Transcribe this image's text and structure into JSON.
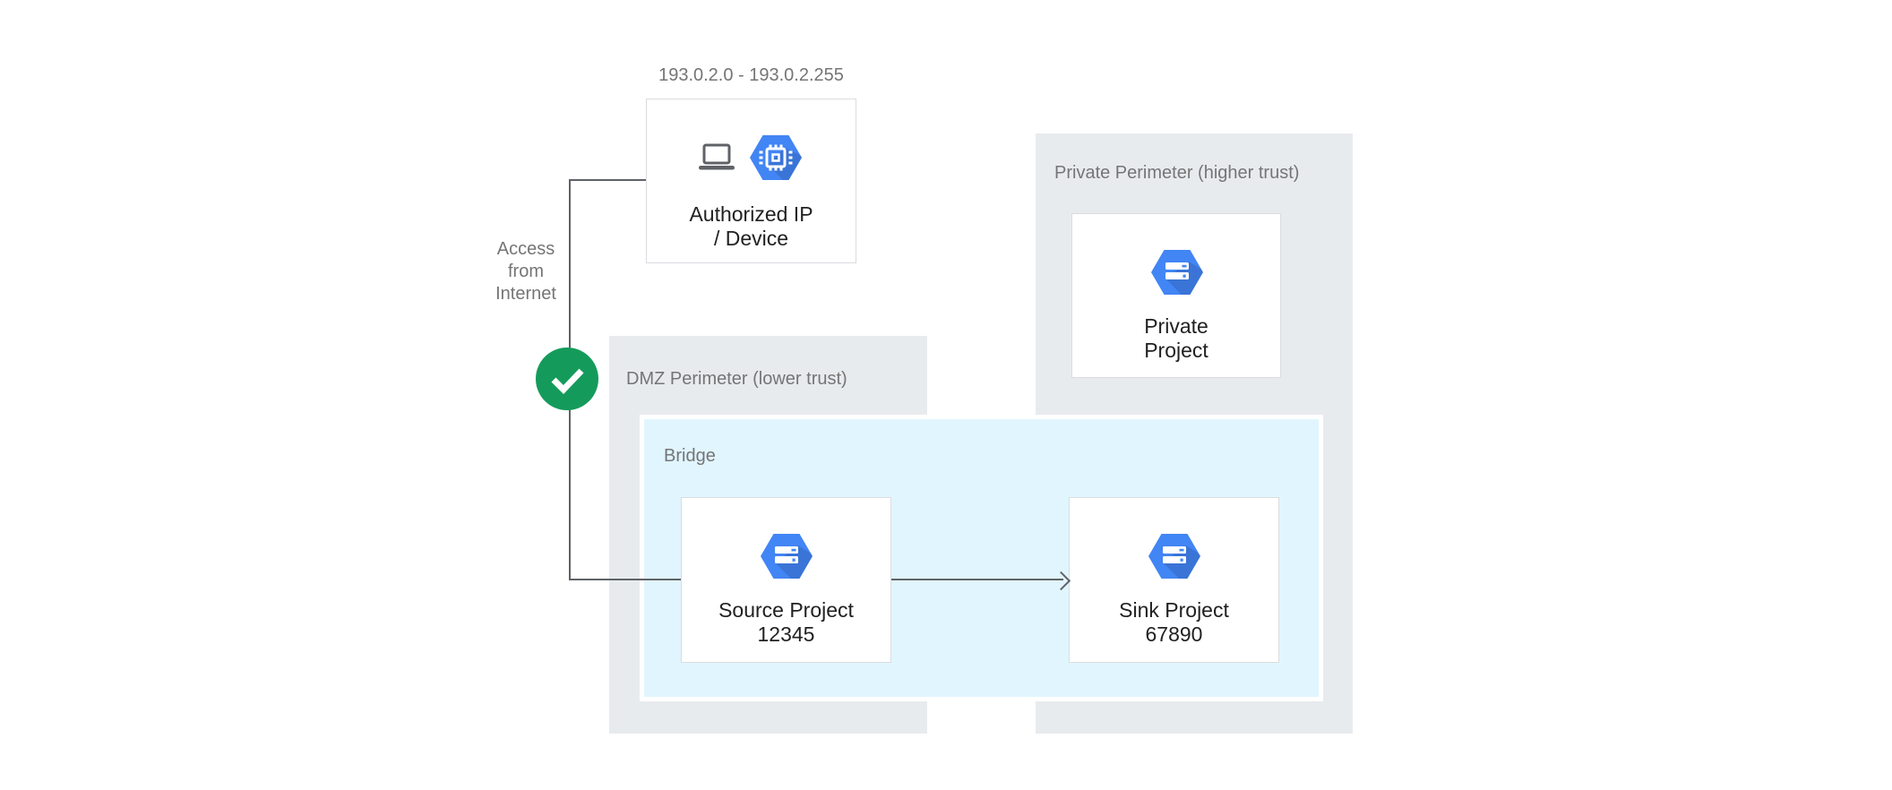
{
  "diagram": {
    "ip_range_label": "193.0.2.0 - 193.0.2.255",
    "authorized_node": {
      "line1": "Authorized IP",
      "line2": "/ Device"
    },
    "access_label": {
      "line1": "Access",
      "line2": "from",
      "line3": "Internet"
    },
    "dmz_perimeter": {
      "label": "DMZ Perimeter (lower trust)"
    },
    "bridge": {
      "label": "Bridge"
    },
    "source_project": {
      "line1": "Source Project",
      "line2": "12345"
    },
    "sink_project": {
      "line1": "Sink Project",
      "line2": "67890"
    },
    "private_perimeter": {
      "label": "Private Perimeter (higher trust)"
    },
    "private_project": {
      "line1": "Private",
      "line2": "Project"
    },
    "icons": {
      "laptop": "laptop-icon",
      "chip_hexagon": "compute-engine-chip-icon",
      "project_hexagon": "gcp-project-icon",
      "check": "check-icon"
    },
    "colors": {
      "perimeter_bg": "#E8EBEE",
      "bridge_bg": "#E1F5FE",
      "bridge_border": "#FFFFFF",
      "node_border": "#DADCE0",
      "connector": "#5F6368",
      "check_green": "#149B5B",
      "hexagon_blue": "#4285F4",
      "text_dark": "#212121",
      "text_gray": "#757575"
    }
  }
}
